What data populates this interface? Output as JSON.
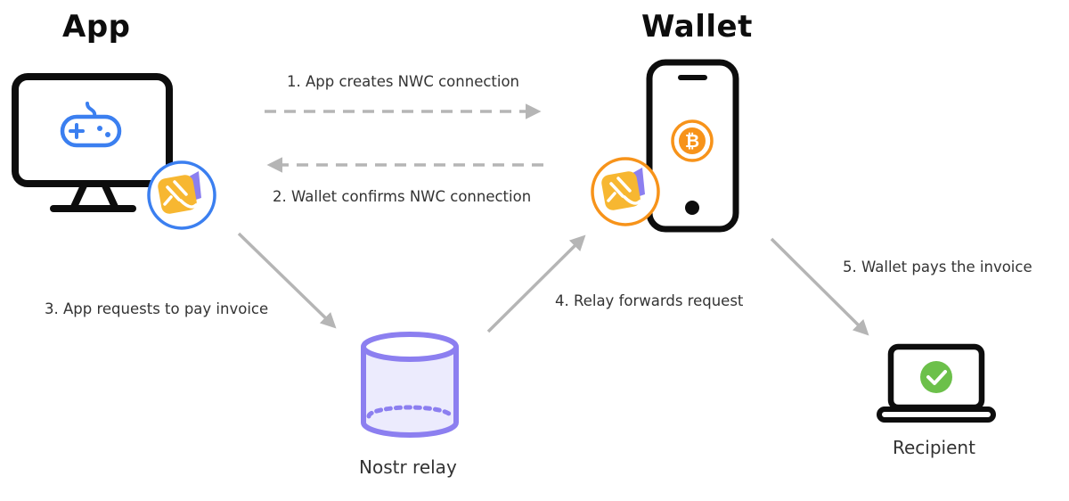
{
  "nodes": {
    "app": {
      "title": "App"
    },
    "wallet": {
      "title": "Wallet"
    },
    "relay": {
      "caption": "Nostr relay"
    },
    "recipient": {
      "caption": "Recipient"
    }
  },
  "steps": [
    {
      "label": "1. App creates NWC connection"
    },
    {
      "label": "2. Wallet confirms NWC connection"
    },
    {
      "label": "3. App requests to pay invoice"
    },
    {
      "label": "4. Relay forwards request"
    },
    {
      "label": "5. Wallet pays the invoice"
    }
  ],
  "colors": {
    "app_accent": "#3b7ff0",
    "wallet_accent": "#f7931a",
    "relay_accent": "#8c7ff0",
    "relay_fill": "#ecebfd",
    "success": "#6cc04a",
    "arrow": "#b5b5b5",
    "device_stroke": "#0d0d0d"
  },
  "icons": {
    "app_device": "monitor-icon",
    "app_content": "gamepad-icon",
    "wallet_device": "smartphone-icon",
    "wallet_content": "bitcoin-icon",
    "nwc_badge": "nwc-plug-icon",
    "relay": "database-cylinder-icon",
    "recipient_device": "laptop-icon",
    "recipient_content": "check-circle-icon"
  }
}
